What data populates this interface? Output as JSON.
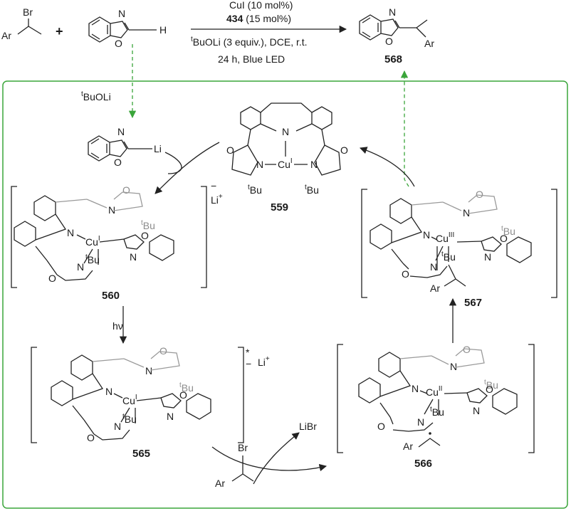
{
  "reaction": {
    "conditions": [
      "CuI (10 mol%)",
      "434",
      " (15 mol%)",
      "BuOLi (3 equiv.), DCE, r.t.",
      "24 h, Blue LED"
    ],
    "product_label": "568"
  },
  "cycle": {
    "base": "BuOLi",
    "hv": "hν",
    "libr": "LiBr",
    "li_plus": "Li",
    "plus": "+",
    "minus": "−",
    "star": "*",
    "labels": {
      "c559": "559",
      "c560": "560",
      "c565": "565",
      "c566": "566",
      "c567": "567"
    },
    "ox_states": {
      "cu_i": "I",
      "cu_ii": "II",
      "cu_iii": "III"
    }
  },
  "atoms": {
    "br": "Br",
    "ar": "Ar",
    "n": "N",
    "o": "O",
    "h": "H",
    "li": "Li",
    "cu": "Cu",
    "tbu": "Bu",
    "t": "t"
  },
  "colors": {
    "frame": "#3aa53a",
    "arrow_green": "#3aa53a",
    "ink": "#1a1a1a",
    "gray": "#8c8c8c"
  }
}
